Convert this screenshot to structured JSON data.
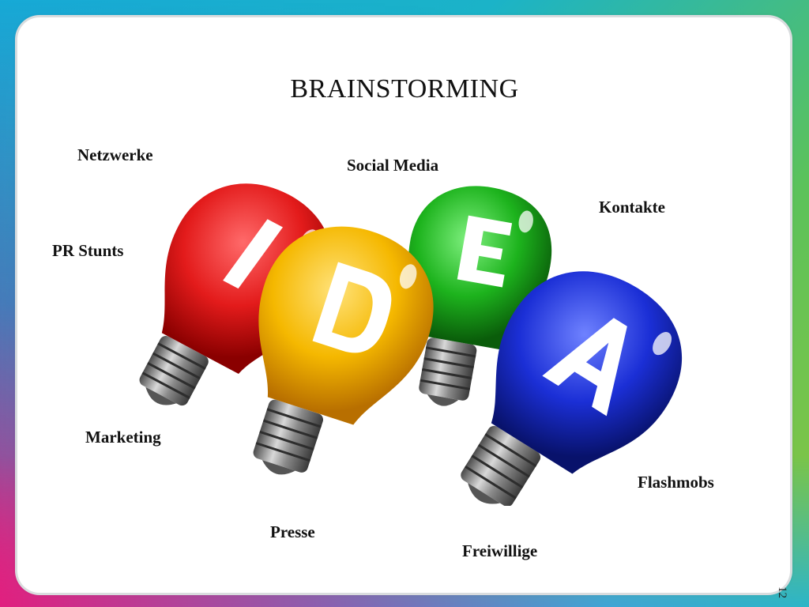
{
  "slide": {
    "title": "BRAINSTORMING",
    "page_number": "12"
  },
  "keywords": {
    "netzwerke": "Netzwerke",
    "social_media": "Social Media",
    "kontakte": "Kontakte",
    "pr_stunts": "PR Stunts",
    "marketing": "Marketing",
    "flashmobs": "Flashmobs",
    "presse": "Presse",
    "freiwillige": "Freiwillige"
  },
  "bulbs": [
    {
      "letter": "I",
      "color": "#e31b1b"
    },
    {
      "letter": "D",
      "color": "#f5b800"
    },
    {
      "letter": "E",
      "color": "#1db31d"
    },
    {
      "letter": "A",
      "color": "#1b2fd6"
    }
  ]
}
